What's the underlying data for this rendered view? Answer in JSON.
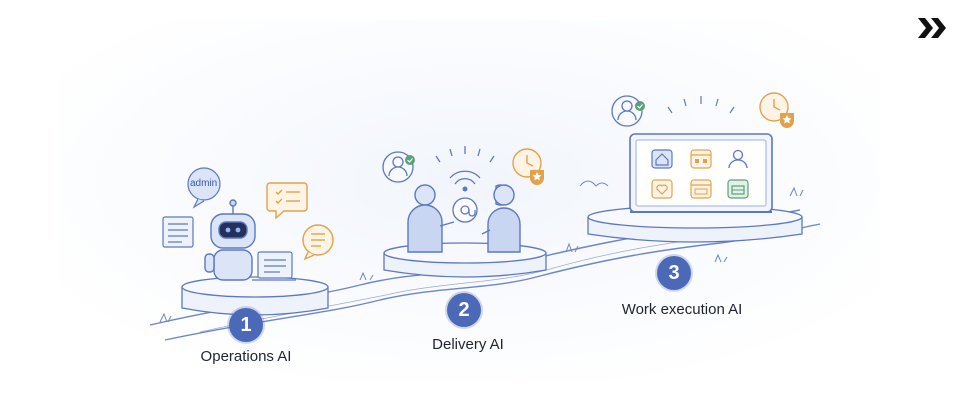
{
  "steps": [
    {
      "number": "1",
      "label": "Operations AI"
    },
    {
      "number": "2",
      "label": "Delivery AI"
    },
    {
      "number": "3",
      "label": "Work execution AI"
    }
  ],
  "bubbles": {
    "admin": "admin"
  },
  "icons": [
    "brand-chevrons-icon",
    "robot-icon",
    "admin-chat-icon",
    "document-icon",
    "checklist-icon",
    "list-chat-icon",
    "user-check-icon",
    "wifi-icon",
    "at-sign-icon",
    "clock-star-icon",
    "monitor-icon",
    "home-icon",
    "calendar-icon",
    "person-icon",
    "heart-icon",
    "briefcase-icon"
  ],
  "colors": {
    "accent_blue": "#4c69b8",
    "sketch_blue": "#5b78c2",
    "orange": "#e2a24c",
    "green": "#5aa07a",
    "text": "#1f2433"
  }
}
